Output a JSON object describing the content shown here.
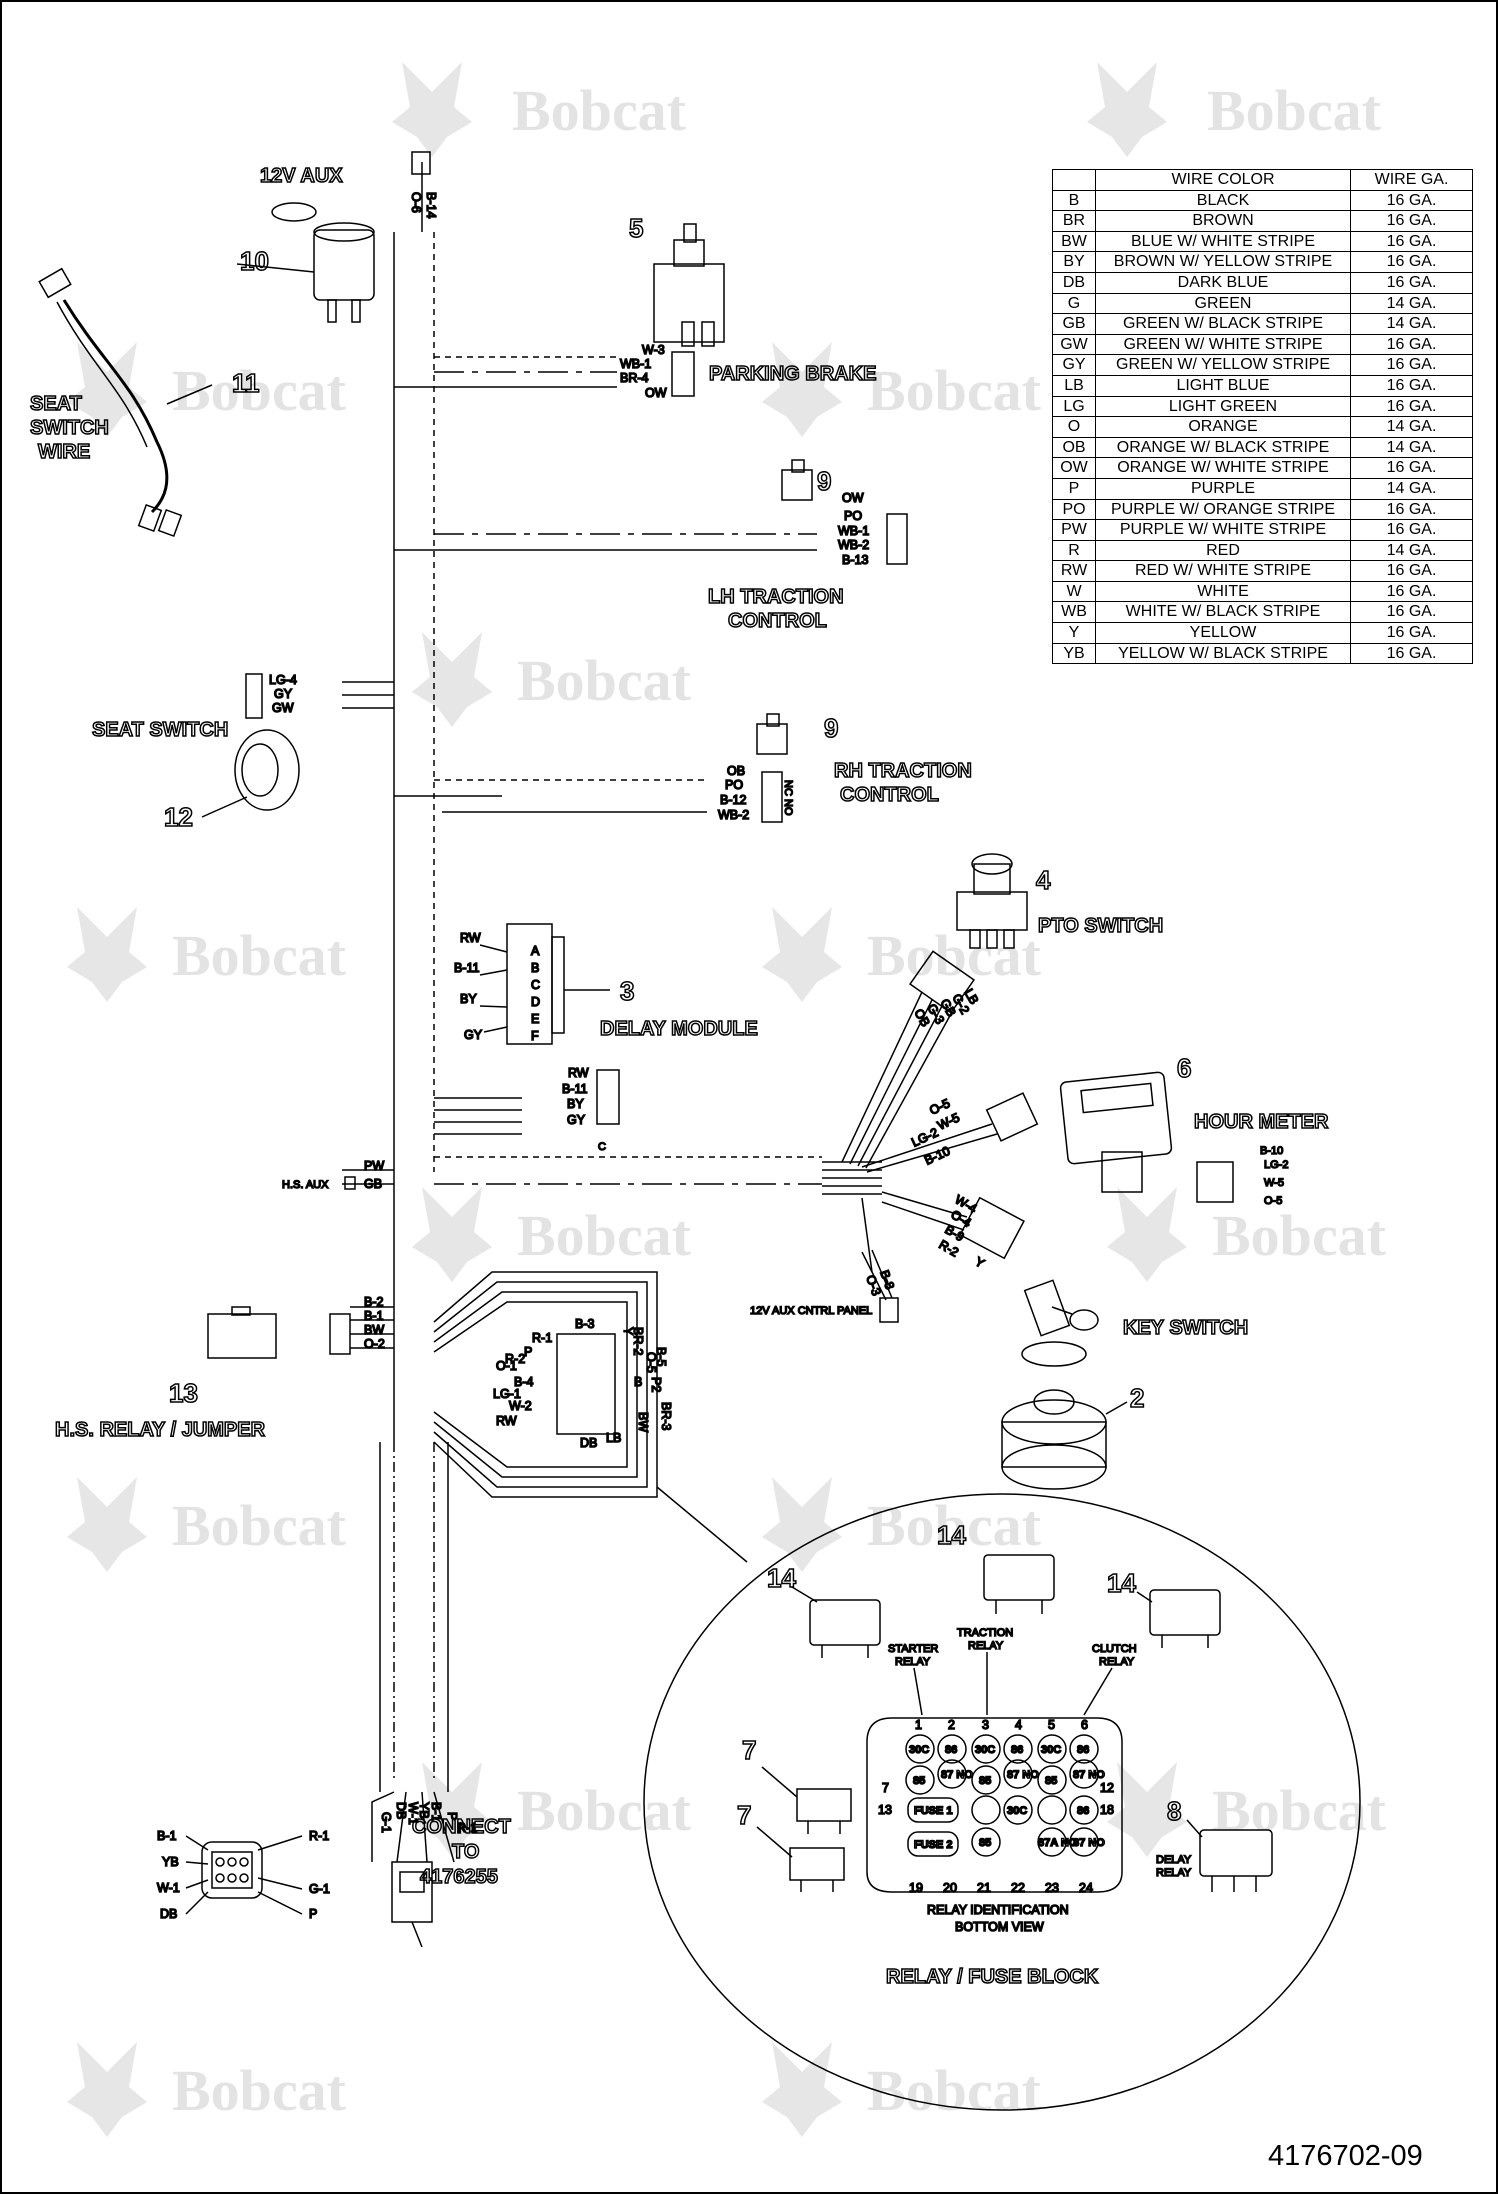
{
  "watermark": {
    "text": "Bobcat"
  },
  "wire_table": {
    "headers": {
      "code": "",
      "color": "WIRE COLOR",
      "gauge": "WIRE GA."
    },
    "rows": [
      {
        "code": "B",
        "color": "BLACK",
        "gauge": "16 GA."
      },
      {
        "code": "BR",
        "color": "BROWN",
        "gauge": "16 GA."
      },
      {
        "code": "BW",
        "color": "BLUE W/ WHITE STRIPE",
        "gauge": "16 GA."
      },
      {
        "code": "BY",
        "color": "BROWN W/ YELLOW STRIPE",
        "gauge": "16 GA."
      },
      {
        "code": "DB",
        "color": "DARK BLUE",
        "gauge": "16 GA."
      },
      {
        "code": "G",
        "color": "GREEN",
        "gauge": "14 GA."
      },
      {
        "code": "GB",
        "color": "GREEN W/ BLACK STRIPE",
        "gauge": "14 GA."
      },
      {
        "code": "GW",
        "color": "GREEN W/ WHITE STRIPE",
        "gauge": "16 GA."
      },
      {
        "code": "GY",
        "color": "GREEN W/ YELLOW STRIPE",
        "gauge": "16 GA."
      },
      {
        "code": "LB",
        "color": "LIGHT BLUE",
        "gauge": "16 GA."
      },
      {
        "code": "LG",
        "color": "LIGHT GREEN",
        "gauge": "16 GA."
      },
      {
        "code": "O",
        "color": "ORANGE",
        "gauge": "14 GA."
      },
      {
        "code": "OB",
        "color": "ORANGE W/ BLACK STRIPE",
        "gauge": "14 GA."
      },
      {
        "code": "OW",
        "color": "ORANGE W/ WHITE STRIPE",
        "gauge": "16 GA."
      },
      {
        "code": "P",
        "color": "PURPLE",
        "gauge": "14 GA."
      },
      {
        "code": "PO",
        "color": "PURPLE W/ ORANGE STRIPE",
        "gauge": "16 GA."
      },
      {
        "code": "PW",
        "color": "PURPLE W/ WHITE STRIPE",
        "gauge": "16 GA."
      },
      {
        "code": "R",
        "color": "RED",
        "gauge": "14 GA."
      },
      {
        "code": "RW",
        "color": "RED W/ WHITE STRIPE",
        "gauge": "16 GA."
      },
      {
        "code": "W",
        "color": "WHITE",
        "gauge": "16 GA."
      },
      {
        "code": "WB",
        "color": "WHITE W/ BLACK STRIPE",
        "gauge": "16 GA."
      },
      {
        "code": "Y",
        "color": "YELLOW",
        "gauge": "16 GA."
      },
      {
        "code": "YB",
        "color": "YELLOW W/ BLACK STRIPE",
        "gauge": "16 GA."
      }
    ]
  },
  "components": {
    "aux12v": {
      "label": "12V AUX",
      "number": "10",
      "wires": [
        "B-14",
        "O-6"
      ]
    },
    "seat_switch_wire": {
      "label1": "SEAT",
      "label2": "SWITCH",
      "label3": "WIRE",
      "number": "11"
    },
    "parking_brake": {
      "label": "PARKING BRAKE",
      "number": "5",
      "wires": [
        "W-3",
        "WB-1",
        "BR-4",
        "OW"
      ]
    },
    "lh_traction": {
      "label1": "LH TRACTION",
      "label2": "CONTROL",
      "number": "9",
      "wires": [
        "OW",
        "PO",
        "WB-1",
        "WB-2",
        "B-13"
      ]
    },
    "seat_switch": {
      "label": "SEAT SWITCH",
      "number": "12",
      "wires": [
        "LG-4",
        "GY",
        "GW"
      ]
    },
    "rh_traction": {
      "label1": "RH TRACTION",
      "label2": "CONTROL",
      "number": "9",
      "wires": [
        "OB",
        "PO",
        "B-12",
        "WB-2"
      ],
      "nc": "NC",
      "no": "NO"
    },
    "pto_switch": {
      "label": "PTO SWITCH",
      "number": "4",
      "wires": [
        "OB",
        "G-3",
        "GB",
        "G-2",
        "LB"
      ]
    },
    "delay_module": {
      "label": "DELAY MODULE",
      "number": "3",
      "wires": [
        "RW",
        "B-11",
        "BY",
        "GY"
      ],
      "pins": [
        "A",
        "B",
        "C",
        "D",
        "E",
        "F"
      ],
      "plug_wires": [
        "RW",
        "B-11",
        "BY",
        "GY"
      ],
      "plug_tag": "C"
    },
    "hour_meter": {
      "label": "HOUR METER",
      "number": "6",
      "wires": [
        "O-5",
        "W-5",
        "LG-2",
        "B-10"
      ],
      "side_wires": [
        "B-10",
        "LG-2",
        "W-5",
        "O-5"
      ]
    },
    "hs_aux": {
      "label": "H.S. AUX",
      "wires": [
        "PW",
        "GB"
      ]
    },
    "key_switch": {
      "label": "KEY SWITCH",
      "number": "2",
      "wires": [
        "W-4",
        "O-4",
        "B-9",
        "R-2",
        "Y"
      ]
    },
    "aux_panel": {
      "label": "12V AUX CNTRL PANEL",
      "wires": [
        "B-8",
        "O-3"
      ]
    },
    "hs_relay": {
      "label": "H.S. RELAY / JUMPER",
      "number": "13",
      "wires": [
        "B-2",
        "B-1",
        "BW",
        "O-2"
      ]
    },
    "p2_block": {
      "tag": "P2",
      "left_wires": [
        "R-1",
        "P",
        "O-1",
        "R-2",
        "B-4",
        "LG-1",
        "W-2",
        "RW"
      ],
      "right_wires": [
        "B-3",
        "BR-2",
        "Y",
        "B-5",
        "O-5",
        "B",
        "BR-3",
        "BW",
        "LB",
        "DB"
      ]
    },
    "connector": {
      "label1": "CONNECT",
      "label2": "TO",
      "label3": "4176255",
      "wires": [
        "G-1",
        "DB",
        "W-1",
        "YB",
        "B-1",
        "P",
        "R-1"
      ],
      "end_pins": [
        "B-1",
        "YB",
        "W-1",
        "DB",
        "R-1",
        "G-1",
        "P"
      ]
    }
  },
  "relay_block": {
    "title": "RELAY / FUSE BLOCK",
    "view1": "RELAY IDENTIFICATION",
    "view2": "BOTTOM VIEW",
    "relay_number": "14",
    "fuse_number": "7",
    "delay_number": "8",
    "starter": [
      "STARTER",
      "RELAY"
    ],
    "traction": [
      "TRACTION",
      "RELAY"
    ],
    "clutch": [
      "CLUTCH",
      "RELAY"
    ],
    "delay": [
      "DELAY",
      "RELAY"
    ],
    "top_pins": [
      "1",
      "2",
      "3",
      "4",
      "5",
      "6"
    ],
    "bottom_pins": [
      "19",
      "20",
      "21",
      "22",
      "23",
      "24"
    ],
    "left_pins": [
      "7",
      "13"
    ],
    "right_pins": [
      "12",
      "18"
    ],
    "cells": [
      "30C",
      "86",
      "30C",
      "86",
      "30C",
      "86",
      "85",
      "87 NO",
      "85",
      "87 NO",
      "85",
      "87 NO",
      "FUSE 1",
      "30C",
      "86",
      "FUSE 2",
      "85",
      "87A NC",
      "87 NO"
    ]
  },
  "document_number": "4176702-09"
}
